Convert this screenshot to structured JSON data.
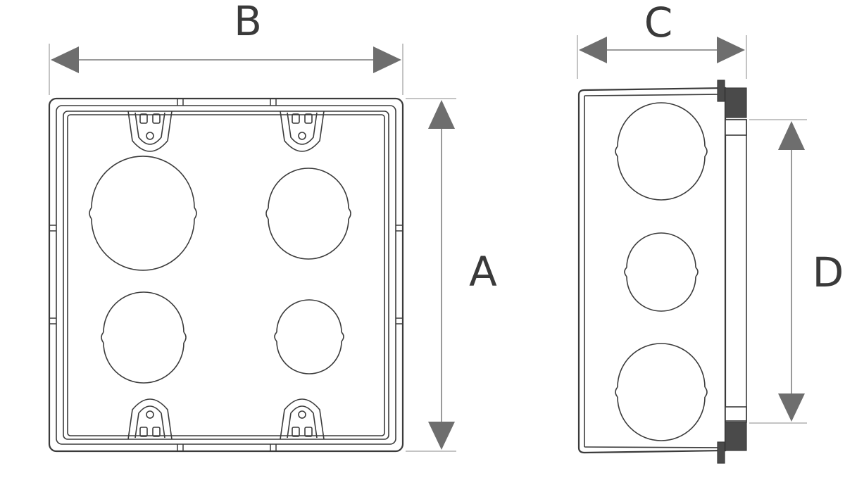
{
  "dimensions": {
    "A": "A",
    "B": "B",
    "C": "C",
    "D": "D"
  },
  "colors": {
    "line": "#3b3b3b",
    "arrow": "#6e6e6e",
    "dimension": "#9a9a9a",
    "background": "#ffffff"
  }
}
